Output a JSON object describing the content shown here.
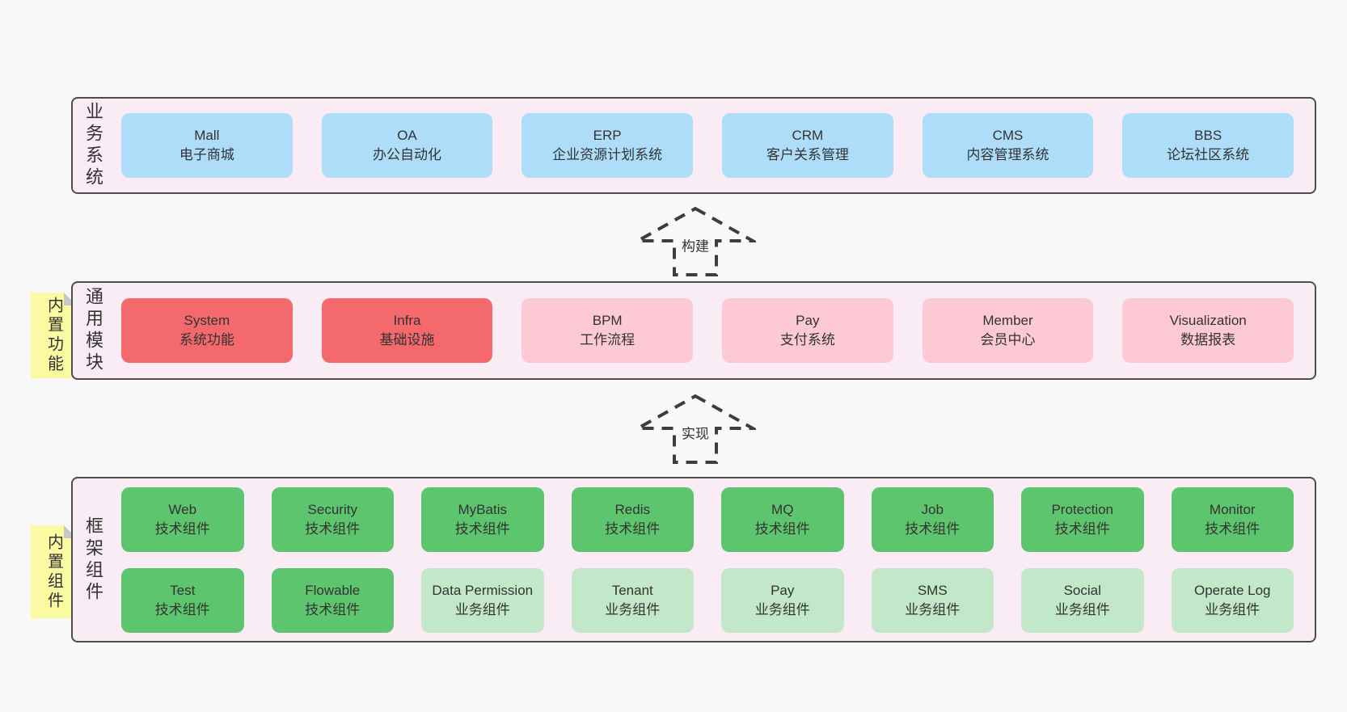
{
  "colors": {
    "page_bg": "#f9f8f9",
    "panel_bg": "#f9ecf5",
    "panel_border": "#4d4d4d",
    "text": "#333333",
    "arrow": "#3d3d3d",
    "blue": "#aeddfa",
    "red": "#f3696c",
    "pink": "#fcc9d5",
    "green_dark": "#5ec56f",
    "green_light": "#c2e8c9",
    "sticky_bg": "#fbf9a1",
    "sticky_fold": "#c8c8c8"
  },
  "panels": {
    "business": {
      "label": "业务系统",
      "boxes": [
        {
          "title": "Mall",
          "subtitle": "电子商城",
          "variant": "blue"
        },
        {
          "title": "OA",
          "subtitle": "办公自动化",
          "variant": "blue"
        },
        {
          "title": "ERP",
          "subtitle": "企业资源计划系统",
          "variant": "blue"
        },
        {
          "title": "CRM",
          "subtitle": "客户关系管理",
          "variant": "blue"
        },
        {
          "title": "CMS",
          "subtitle": "内容管理系统",
          "variant": "blue"
        },
        {
          "title": "BBS",
          "subtitle": "论坛社区系统",
          "variant": "blue"
        }
      ]
    },
    "modules": {
      "label": "通用模块",
      "sticky": "内置功能",
      "boxes": [
        {
          "title": "System",
          "subtitle": "系统功能",
          "variant": "red"
        },
        {
          "title": "Infra",
          "subtitle": "基础设施",
          "variant": "red"
        },
        {
          "title": "BPM",
          "subtitle": "工作流程",
          "variant": "pink"
        },
        {
          "title": "Pay",
          "subtitle": "支付系统",
          "variant": "pink"
        },
        {
          "title": "Member",
          "subtitle": "会员中心",
          "variant": "pink"
        },
        {
          "title": "Visualization",
          "subtitle": "数据报表",
          "variant": "pink"
        }
      ]
    },
    "framework": {
      "label": "框架组件",
      "sticky": "内置组件",
      "boxes": [
        {
          "title": "Web",
          "subtitle": "技术组件",
          "variant": "green-dark"
        },
        {
          "title": "Security",
          "subtitle": "技术组件",
          "variant": "green-dark"
        },
        {
          "title": "MyBatis",
          "subtitle": "技术组件",
          "variant": "green-dark"
        },
        {
          "title": "Redis",
          "subtitle": "技术组件",
          "variant": "green-dark"
        },
        {
          "title": "MQ",
          "subtitle": "技术组件",
          "variant": "green-dark"
        },
        {
          "title": "Job",
          "subtitle": "技术组件",
          "variant": "green-dark"
        },
        {
          "title": "Protection",
          "subtitle": "技术组件",
          "variant": "green-dark"
        },
        {
          "title": "Monitor",
          "subtitle": "技术组件",
          "variant": "green-dark"
        },
        {
          "title": "Test",
          "subtitle": "技术组件",
          "variant": "green-dark"
        },
        {
          "title": "Flowable",
          "subtitle": "技术组件",
          "variant": "green-dark"
        },
        {
          "title": "Data Permission",
          "subtitle": "业务组件",
          "variant": "green-light"
        },
        {
          "title": "Tenant",
          "subtitle": "业务组件",
          "variant": "green-light"
        },
        {
          "title": "Pay",
          "subtitle": "业务组件",
          "variant": "green-light"
        },
        {
          "title": "SMS",
          "subtitle": "业务组件",
          "variant": "green-light"
        },
        {
          "title": "Social",
          "subtitle": "业务组件",
          "variant": "green-light"
        },
        {
          "title": "Operate Log",
          "subtitle": "业务组件",
          "variant": "green-light"
        }
      ]
    }
  },
  "arrows": {
    "build": {
      "label": "构建"
    },
    "implement": {
      "label": "实现"
    }
  }
}
